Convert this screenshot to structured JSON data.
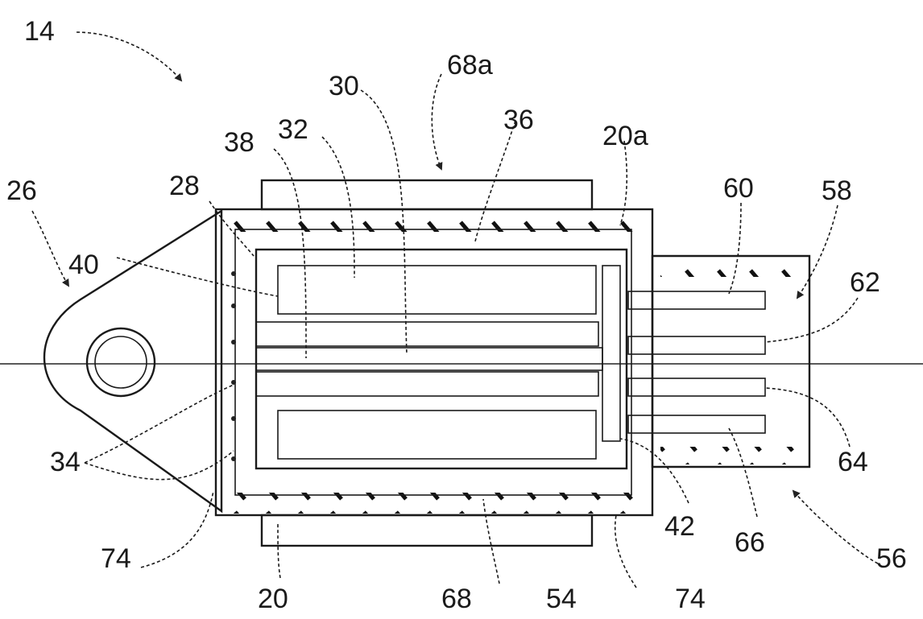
{
  "figure": {
    "labels": {
      "l14": "14",
      "l68a": "68a",
      "l30": "30",
      "l38": "38",
      "l32": "32",
      "l36": "36",
      "l20a": "20a",
      "l26": "26",
      "l28": "28",
      "l40": "40",
      "l60": "60",
      "l58": "58",
      "l62": "62",
      "l34": "34",
      "l64": "64",
      "l74_left": "74",
      "l42": "42",
      "l66": "66",
      "l56": "56",
      "l20": "20",
      "l68": "68",
      "l54": "54",
      "l74_right": "74"
    }
  }
}
